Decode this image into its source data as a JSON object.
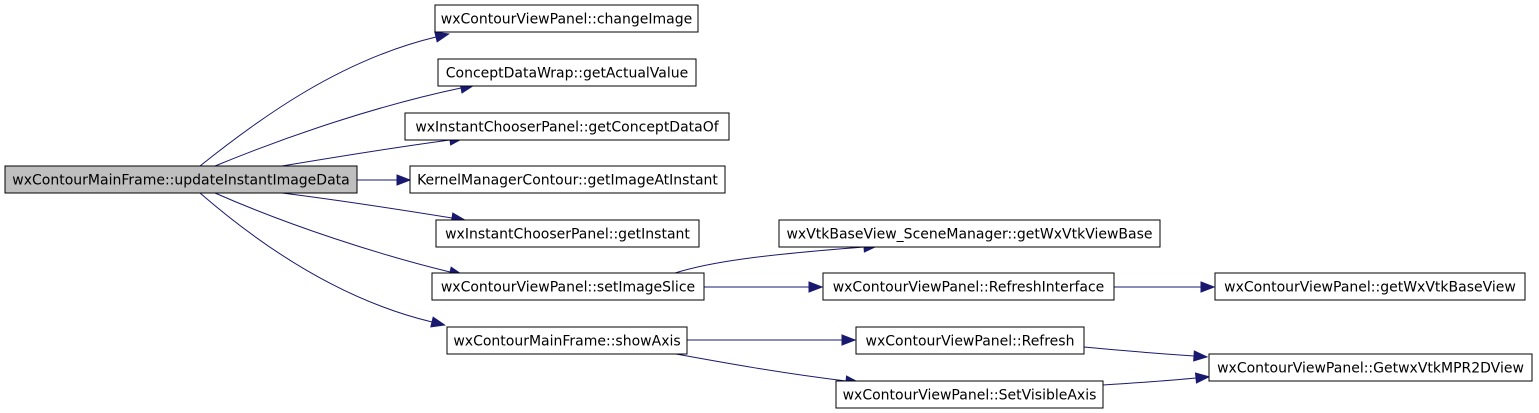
{
  "graph": {
    "edge_color": "#191970",
    "root_fill": "#bfbfbf",
    "nodes": [
      {
        "id": "root",
        "label": "wxContourMainFrame::updateInstantImageData",
        "root": true
      },
      {
        "id": "n1",
        "label": "wxContourViewPanel::changeImage"
      },
      {
        "id": "n2",
        "label": "ConceptDataWrap::getActualValue"
      },
      {
        "id": "n3",
        "label": "wxInstantChooserPanel::getConceptDataOf"
      },
      {
        "id": "n4",
        "label": "KernelManagerContour::getImageAtInstant"
      },
      {
        "id": "n5",
        "label": "wxInstantChooserPanel::getInstant"
      },
      {
        "id": "n6",
        "label": "wxContourViewPanel::setImageSlice"
      },
      {
        "id": "n7",
        "label": "wxContourMainFrame::showAxis"
      },
      {
        "id": "n8",
        "label": "wxVtkBaseView_SceneManager::getWxVtkViewBase"
      },
      {
        "id": "n9",
        "label": "wxContourViewPanel::RefreshInterface"
      },
      {
        "id": "n10",
        "label": "wxContourViewPanel::getWxVtkBaseView"
      },
      {
        "id": "n11",
        "label": "wxContourViewPanel::Refresh"
      },
      {
        "id": "n12",
        "label": "wxContourViewPanel::SetVisibleAxis"
      },
      {
        "id": "n13",
        "label": "wxContourViewPanel::GetwxVtkMPR2DView"
      }
    ],
    "edges": [
      {
        "from": "root",
        "to": "n1"
      },
      {
        "from": "root",
        "to": "n2"
      },
      {
        "from": "root",
        "to": "n3"
      },
      {
        "from": "root",
        "to": "n4"
      },
      {
        "from": "root",
        "to": "n5"
      },
      {
        "from": "root",
        "to": "n6"
      },
      {
        "from": "root",
        "to": "n7"
      },
      {
        "from": "n6",
        "to": "n8"
      },
      {
        "from": "n6",
        "to": "n9"
      },
      {
        "from": "n9",
        "to": "n10"
      },
      {
        "from": "n7",
        "to": "n11"
      },
      {
        "from": "n7",
        "to": "n12"
      },
      {
        "from": "n11",
        "to": "n13"
      },
      {
        "from": "n12",
        "to": "n13"
      }
    ]
  }
}
